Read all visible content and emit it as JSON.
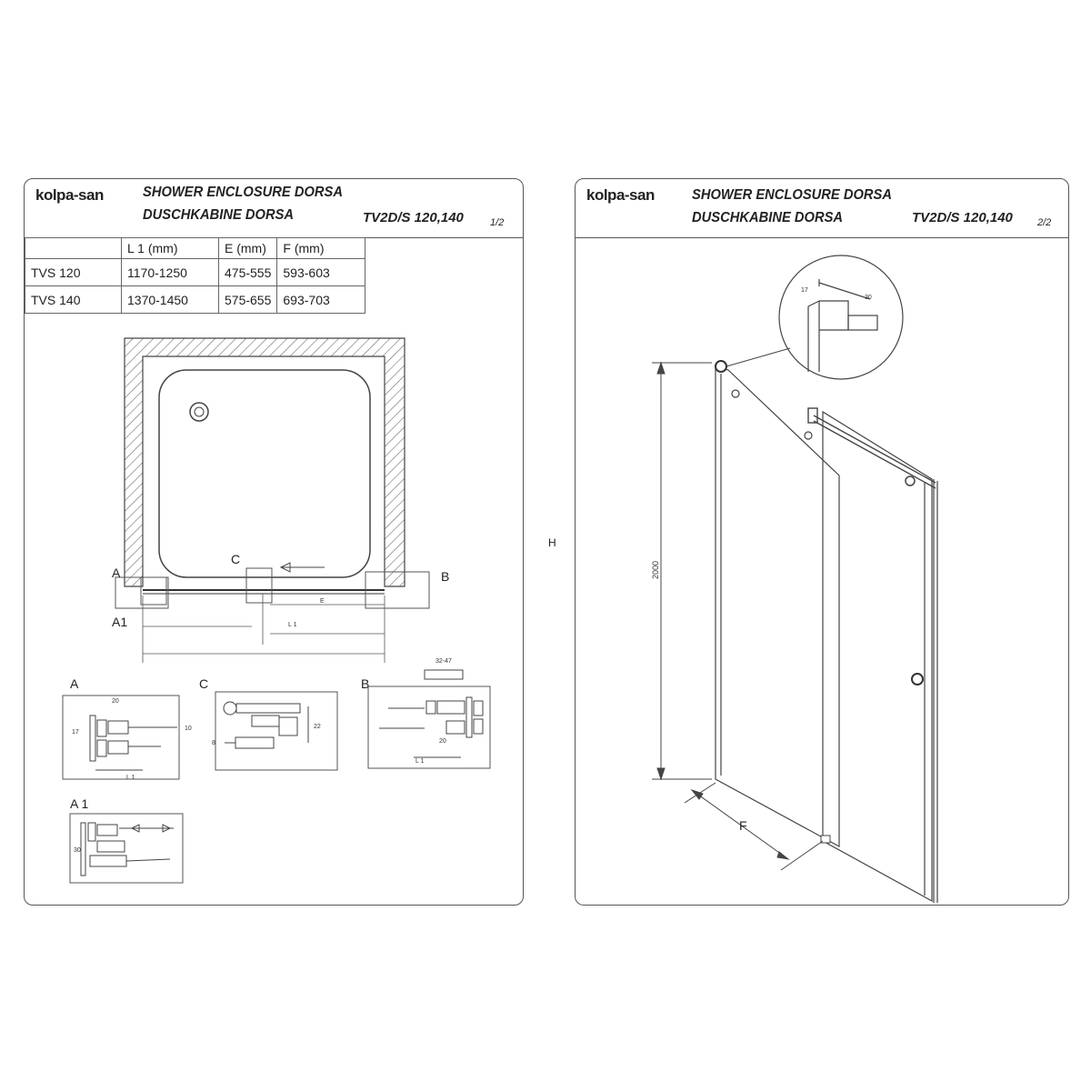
{
  "sheet1": {
    "logo": "kolpa-san",
    "title_en": "SHOWER ENCLOSURE DORSA",
    "title_de": "DUSCHKABINE  DORSA",
    "model": "TV2D/S 120,140",
    "page": "1/2",
    "table": {
      "headers": [
        "",
        "L 1 (mm)",
        "E (mm)",
        "F (mm)"
      ],
      "rows": [
        [
          "TVS 120",
          "1170-1250",
          "475-555",
          "593-603"
        ],
        [
          "TVS 140",
          "1370-1450",
          "575-655",
          "693-703"
        ]
      ]
    },
    "plan_labels": {
      "a": "A",
      "a1": "A1",
      "b": "B",
      "c": "C",
      "e": "E",
      "l1": "L 1"
    },
    "detail_labels": {
      "a": "A",
      "c": "C",
      "b": "B",
      "a1": "A 1"
    },
    "detail_dims": {
      "d20": "20",
      "d17": "17",
      "d30": "30",
      "d10": "10",
      "d3247": "32-47",
      "d8": "8",
      "d22": "22",
      "l1": "L 1"
    }
  },
  "sheet2": {
    "logo": "kolpa-san",
    "title_en": "SHOWER ENCLOSURE DORSA",
    "title_de": "DUSCHKABINE  DORSA",
    "model": "TV2D/S 120,140",
    "page": "2/2",
    "height_dim": "2000",
    "width_label": "F",
    "profile_dims": {
      "d17": "17",
      "d30": "30"
    }
  },
  "stray_mark": "H"
}
